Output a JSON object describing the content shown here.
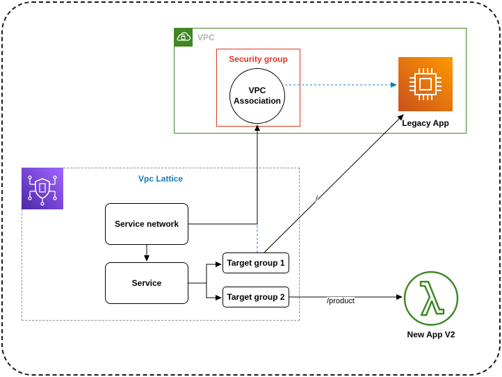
{
  "vpc": {
    "label": "VPC"
  },
  "security_group": {
    "label": "Security group"
  },
  "vpc_association": {
    "label": "VPC\nAssociation"
  },
  "legacy_app": {
    "label": "Legacy App"
  },
  "vpc_lattice": {
    "label": "Vpc Lattice"
  },
  "service_network": {
    "label": "Service network"
  },
  "service": {
    "label": "Service"
  },
  "target_group_1": {
    "label": "Target group 1"
  },
  "target_group_2": {
    "label": "Target group 2"
  },
  "new_app": {
    "label": "New App V2"
  },
  "edges": {
    "legacy_route": "/",
    "product_route": "/product"
  },
  "colors": {
    "vpc_green": "#3f8624",
    "security_red": "#dd3522",
    "lattice_blue": "#147eba",
    "lambda_green": "#3f8624",
    "ec2_orange": "#ff9900"
  }
}
